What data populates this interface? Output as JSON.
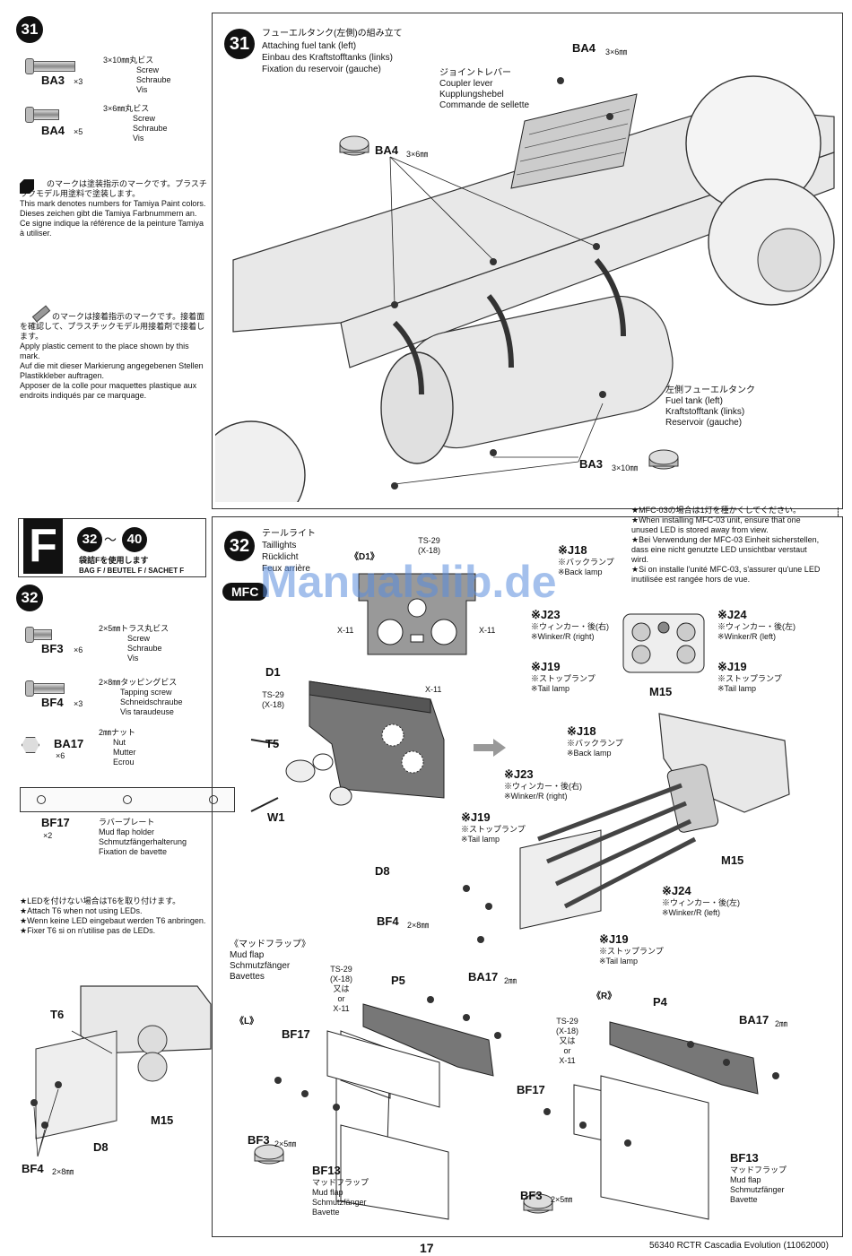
{
  "step31_sidebar": {
    "number": "31",
    "parts": [
      {
        "code": "BA3",
        "qty": "×3",
        "desc_jp": "3×10㎜丸ビス",
        "desc_en": "Screw",
        "desc_de": "Schraube",
        "desc_fr": "Vis"
      },
      {
        "code": "BA4",
        "qty": "×5",
        "desc_jp": "3×6㎜丸ビス",
        "desc_en": "Screw",
        "desc_de": "Schraube",
        "desc_fr": "Vis"
      }
    ],
    "paint_note": "のマークは塗装指示のマークです。プラスチックモデル用塗料で塗装します。\nThis mark denotes numbers for Tamiya Paint colors.\nDieses zeichen gibt die Tamiya Farbnummern an.\nCe signe indique la référence de la peinture Tamiya à utiliser.",
    "cement_note": "のマークは接着指示のマークです。接着面を確認して、プラスチックモデル用接着剤で接着します。\nApply plastic cement to the place shown by this mark.\nAuf die mit dieser Markierung angegebenen Stellen Plastikkleber auftragen.\nApposer de la colle pour maquettes plastique aux endroits indiqués par ce marquage."
  },
  "step31_main": {
    "number": "31",
    "title_jp": "フューエルタンク(左側)の組み立て",
    "title_en": "Attaching fuel tank (left)",
    "title_de": "Einbau des Kraftstofftanks (links)",
    "title_fr": "Fixation du reservoir (gauche)",
    "coupler_label": "ジョイントレバー\nCoupler lever\nKupplungshebel\nCommande de sellette",
    "ba4_top": "BA4",
    "ba4_top_size": "3×6㎜",
    "ba4_left": "BA4",
    "ba4_left_size": "3×6㎜",
    "tank_label": "左側フューエルタンク\nFuel tank (left)\nKraftstofftank (links)\nReservoir (gauche)",
    "ba3": "BA3",
    "ba3_size": "3×10㎜"
  },
  "bag_f": {
    "letter": "F",
    "range_start": "32",
    "range_sep": "〜",
    "range_end": "40",
    "use_jp": "袋詰Fを使用します",
    "use_multi": "BAG F / BEUTEL F / SACHET F"
  },
  "step32_sidebar": {
    "number": "32",
    "parts": [
      {
        "code": "BF3",
        "qty": "×6",
        "desc_jp": "2×5㎜トラス丸ビス",
        "desc_en": "Screw",
        "desc_de": "Schraube",
        "desc_fr": "Vis"
      },
      {
        "code": "BF4",
        "qty": "×3",
        "desc_jp": "2×8㎜タッピングビス",
        "desc_en": "Tapping screw",
        "desc_de": "Schneidschraube",
        "desc_fr": "Vis taraudeuse"
      },
      {
        "code": "BA17",
        "qty": "×6",
        "desc_jp": "2㎜ナット",
        "desc_en": "Nut",
        "desc_de": "Mutter",
        "desc_fr": "Ecrou"
      },
      {
        "code": "BF17",
        "qty": "×2",
        "desc_jp": "ラバープレート",
        "desc_en": "Mud flap holder",
        "desc_de": "Schmutzfängerhalterung",
        "desc_fr": "Fixation de bavette"
      }
    ],
    "led_note": "★LEDを付けない場合はT6を取り付けます。\n★Attach T6 when not using LEDs.\n★Wenn keine LED eingebaut werden T6 anbringen.\n★Fixer T6 si on n'utilise pas de LEDs.",
    "t6": "T6",
    "m15": "M15",
    "d8": "D8",
    "bf4": "BF4",
    "bf4_size": "2×8㎜"
  },
  "step32_main": {
    "number": "32",
    "title_jp": "テールライト",
    "title_en": "Taillights",
    "title_de": "Rücklicht",
    "title_fr": "Feux arrière",
    "mfc": "MFC",
    "d1_bracket": "《D1》",
    "ts29": "TS-29\n(X-18)",
    "x11": "X-11",
    "mfc03_note": "★MFC-03の場合は1灯を種かくしてください。\n★When installing MFC-03 unit, ensure that one unused LED is stored away from view.\n★Bei Verwendung der MFC-03 Einheit sicherstellen, dass eine nicht genutzte LED unsichtbar verstaut wird.\n★Si on installe l'unité MFC-03, s'assurer qu'une LED inutilisée est rangée hors de vue.",
    "j18": "※J18",
    "j18_sub": "※バックランプ\n※Back lamp",
    "j23": "※J23",
    "j23_sub": "※ウィンカー・後(右)\n※Winker/R (right)",
    "j24": "※J24",
    "j24_sub": "※ウィンカー・後(左)\n※Winker/R (left)",
    "j19": "※J19",
    "j19_sub": "※ストップランプ\n※Tail lamp",
    "m15": "M15",
    "d1": "D1",
    "t5": "T5",
    "w1": "W1",
    "d8": "D8",
    "bf4": "BF4",
    "bf4_size": "2×8㎜",
    "mudflap_title": "《マッドフラップ》\nMud flap\nSchmutzfänger\nBavettes",
    "ts29_or": "TS-29\n(X-18)\n又は\nor\nX-11",
    "p5": "P5",
    "p4": "P4",
    "ba17": "BA17",
    "ba17_size": "2㎜",
    "left_bracket": "《L》",
    "right_bracket": "《R》",
    "bf17": "BF17",
    "bf3": "BF3",
    "bf3_size": "2×5㎜",
    "bf13": "BF13",
    "bf13_sub": "マッドフラップ\nMud flap\nSchmutzfänger\nBavette"
  },
  "watermark": "Manualslib.de",
  "footer": {
    "page": "17",
    "code": "56340 RCTR Cascadia Evolution (11062000)"
  }
}
